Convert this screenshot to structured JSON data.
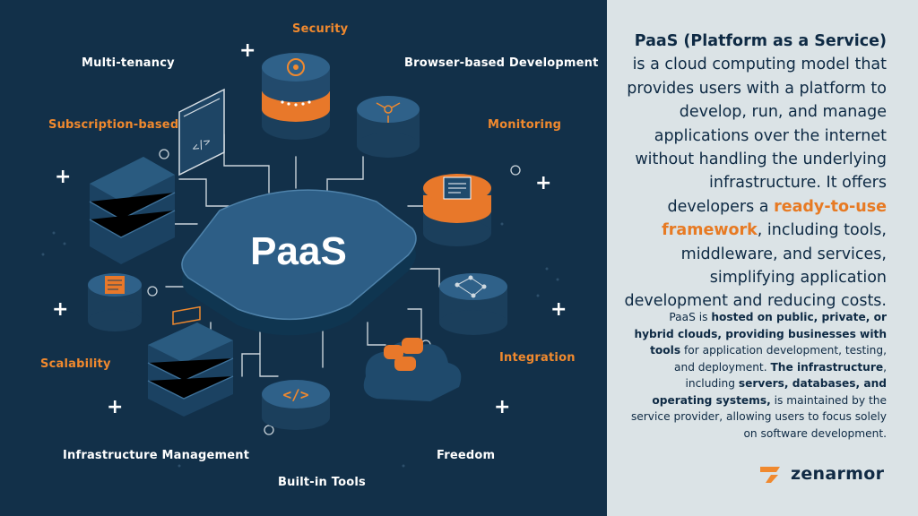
{
  "diagram": {
    "center_label": "PaaS",
    "labels": {
      "security": "Security",
      "multi_tenancy": "Multi-tenancy",
      "browser_dev": "Browser-based Development",
      "subscription": "Subscription-based",
      "monitoring": "Monitoring",
      "scalability": "Scalability",
      "integration": "Integration",
      "infra_mgmt": "Infrastructure Management",
      "freedom": "Freedom",
      "builtin_tools": "Built-in Tools"
    },
    "colors": {
      "background": "#123049",
      "node_dark": "#1d4563",
      "node_mid": "#2a5b80",
      "accent_orange": "#f0892e",
      "line": "#c9d3da"
    }
  },
  "hero": {
    "term": "PaaS (Platform as a Service)",
    "part1": " is a cloud computing model that provides users with a platform to develop, run, and manage applications over the internet without handling the underlying infrastructure. It offers developers a ",
    "highlight": "ready-to-use framework",
    "part2": ", including tools, middleware, and services, simplifying application development and reducing costs."
  },
  "detail": {
    "s1": "PaaS is ",
    "b1": "hosted on public, private, or hybrid clouds, providing businesses with tools",
    "s2": " for application development, testing, and deployment. ",
    "b2": "The infrastructure",
    "s3": ", including ",
    "b3": "servers, databases, and operating systems,",
    "s4": " is maintained by the service provider, allowing users to focus solely on software development."
  },
  "brand": {
    "name": "zenarmor",
    "logo_icon": "zenarmor-logo-icon"
  }
}
